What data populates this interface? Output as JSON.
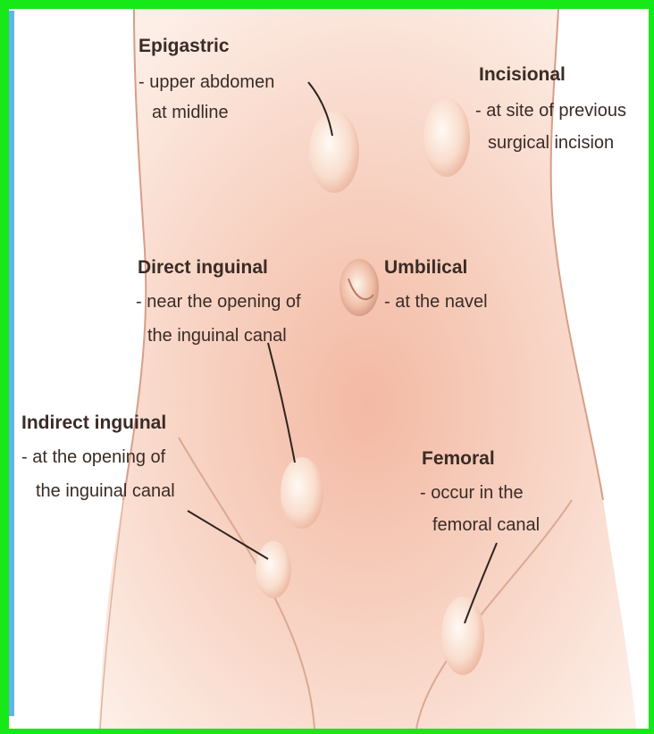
{
  "colors": {
    "frame": "#17e817",
    "edge": "#62b5e8",
    "skin": "#f5cbb8",
    "text": "#3a2b26"
  },
  "labels": {
    "epigastric": {
      "title": "Epigastric",
      "lines": [
        "- upper abdomen",
        "at midline"
      ]
    },
    "incisional": {
      "title": "Incisional",
      "lines": [
        "- at site of previous",
        "surgical incision"
      ]
    },
    "direct_inguinal": {
      "title": "Direct inguinal",
      "lines": [
        "- near the opening of",
        "the inguinal canal"
      ]
    },
    "umbilical": {
      "title": "Umbilical",
      "lines": [
        "- at the navel"
      ]
    },
    "indirect_inguinal": {
      "title": "Indirect inguinal",
      "lines": [
        "- at the opening of",
        "the inguinal canal"
      ]
    },
    "femoral": {
      "title": "Femoral",
      "lines": [
        "- occur in the",
        "femoral canal"
      ]
    }
  }
}
